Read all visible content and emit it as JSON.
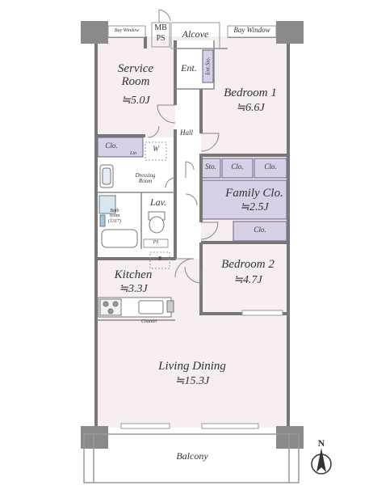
{
  "rooms": {
    "service_room": {
      "name": "Service\nRoom",
      "line1": "Service",
      "line2": "Room",
      "area": "≒5.0J"
    },
    "bedroom1": {
      "name": "Bedroom 1",
      "area": "≒6.6J"
    },
    "family_clo": {
      "name": "Family Clo.",
      "area": "≒2.5J"
    },
    "bedroom2": {
      "name": "Bedroom 2",
      "area": "≒4.7J"
    },
    "kitchen": {
      "name": "Kitchen",
      "area": "≒3.3J"
    },
    "living_dining": {
      "name": "Living Dining",
      "area": "≒15.3J"
    },
    "balcony": {
      "name": "Balcony"
    },
    "alcove": {
      "name": "Alcove"
    },
    "entrance": {
      "name": "Ent."
    },
    "ent_sto": {
      "name": "Ent.Sto."
    },
    "hall": {
      "name": "Hall"
    },
    "dressing_room": {
      "line1": "Dressing",
      "line2": "Room"
    },
    "bathroom": {
      "line1": "Bath",
      "line2": "room",
      "line3": "(1317)"
    },
    "lavatory": {
      "name": "Lav."
    }
  },
  "labels": {
    "mb": "MB",
    "ps": "PS",
    "ps_small": "PS",
    "bay_window_left": "Bay Window",
    "bay_window_right": "Bay Window",
    "clo_service": "Clo.",
    "clo_bed1_a": "Clo.",
    "clo_bed1_b": "Clo.",
    "sto": "Sto.",
    "clo_bed2": "Clo.",
    "washer": "W",
    "linen": "Lin",
    "refrigerator": "R",
    "counter": "Counter",
    "north": "N"
  },
  "colors": {
    "room_fill": "#f6eef0",
    "closet_fill": "#d8d0e6",
    "closet_stroke": "#6b5f86",
    "wall": "#777777",
    "column": "#8a8a8a",
    "outline": "#999999",
    "text": "#333333",
    "water_blue": "#9cc8e6"
  }
}
